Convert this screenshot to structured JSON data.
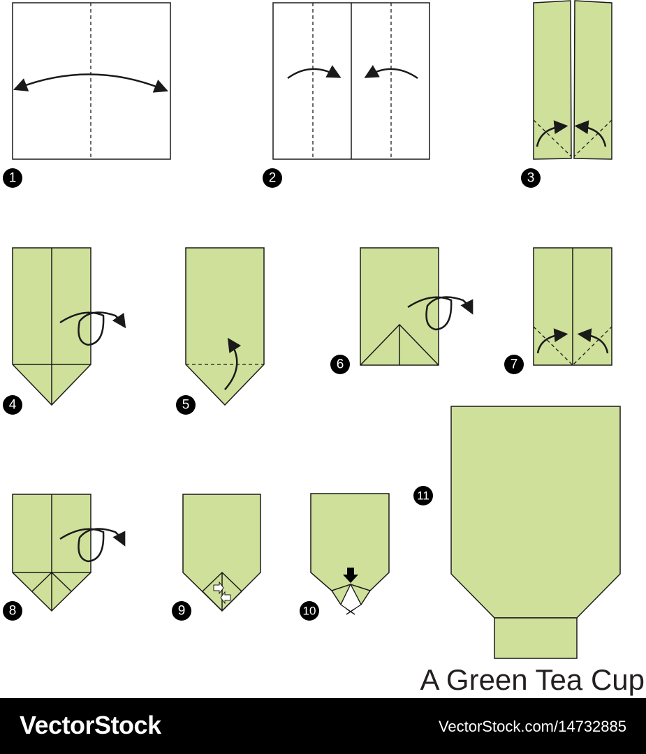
{
  "diagram": {
    "title": "A Green Tea Cup",
    "paper_color": "#cfe09a",
    "steps": [
      "1",
      "2",
      "3",
      "4",
      "5",
      "6",
      "7",
      "8",
      "9",
      "10",
      "11"
    ]
  },
  "footer": {
    "brand": "VectorStock",
    "reference": "VectorStock.com/14732885"
  }
}
